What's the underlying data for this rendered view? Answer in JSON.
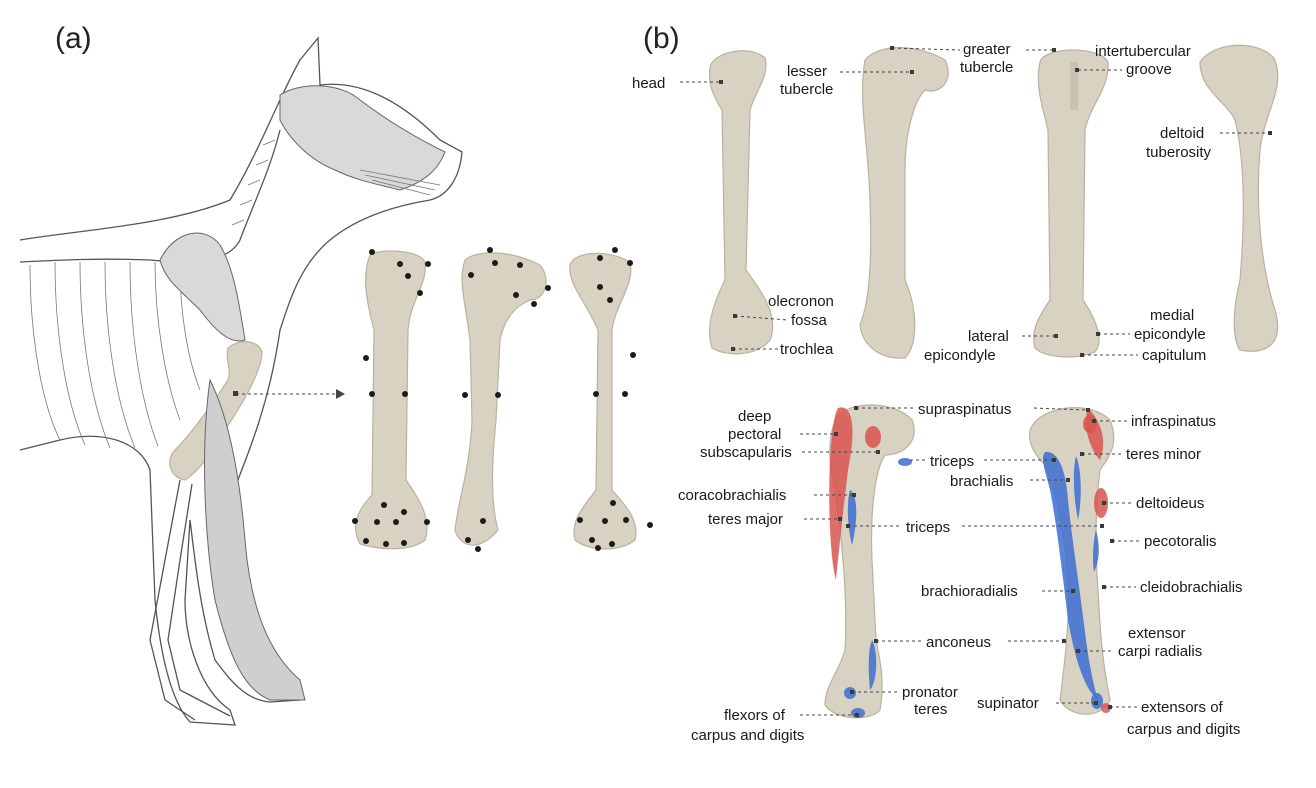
{
  "panels": {
    "a": "(a)",
    "b": "(b)"
  },
  "top_labels": {
    "head": "head",
    "lesser_tubercle_1": "lesser",
    "lesser_tubercle_2": "tubercle",
    "greater_tubercle_1": "greater",
    "greater_tubercle_2": "tubercle",
    "intertubercular_1": "intertubercular",
    "intertubercular_2": "groove",
    "deltoid_1": "deltoid",
    "deltoid_2": "tuberosity",
    "olecranon_1": "olecronon",
    "olecranon_2": "fossa",
    "trochlea": "trochlea",
    "lateral_1": "lateral",
    "lateral_2": "epicondyle",
    "medial_1": "medial",
    "medial_2": "epicondyle",
    "capitulum": "capitulum"
  },
  "muscle_labels": {
    "supraspinatus": "supraspinatus",
    "infraspinatus": "infraspinatus",
    "deep_1": "deep",
    "deep_2": "pectoral",
    "subscapularis": "subscapularis",
    "triceps_top": "triceps",
    "teres_minor": "teres minor",
    "brachialis": "brachialis",
    "coracobrachialis": "coracobrachialis",
    "deltoideus": "deltoideus",
    "teres_major": "teres major",
    "triceps_mid": "triceps",
    "pecotoralis": "pecotoralis",
    "brachioradialis": "brachioradialis",
    "cleidobrachialis": "cleidobrachialis",
    "anconeus": "anconeus",
    "extensor_1": "extensor",
    "extensor_2": "carpi radialis",
    "pronator_1": "pronator",
    "pronator_2": "teres",
    "supinator": "supinator",
    "flexors_1": "flexors of",
    "flexors_2": "carpus and digits",
    "extensors_1": "extensors  of",
    "extensors_2": "carpus and digits"
  },
  "colors": {
    "bone": "#d8d2c2",
    "muscle_origin": "#d9534f",
    "muscle_insertion": "#3d6fd1"
  }
}
